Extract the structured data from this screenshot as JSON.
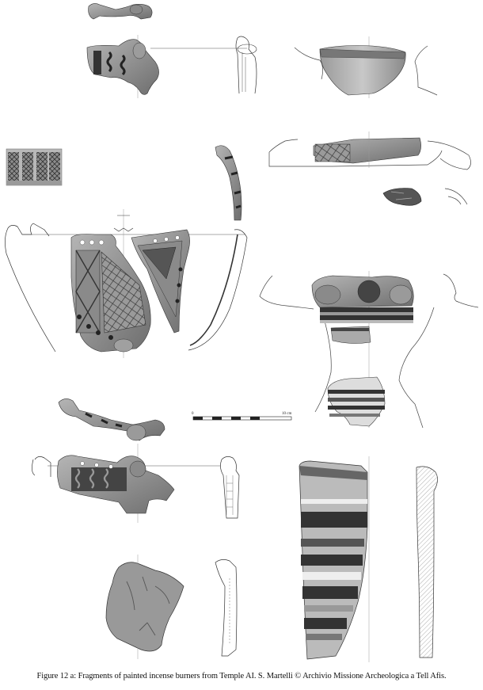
{
  "figure": {
    "caption": "Figure 12 a: Fragments of painted incense burners from Temple AI. S. Martelli © Archivio Missione Archeologica a Tell Afis."
  },
  "scale_bar": {
    "start_label": "0",
    "end_label": "10 cm"
  }
}
